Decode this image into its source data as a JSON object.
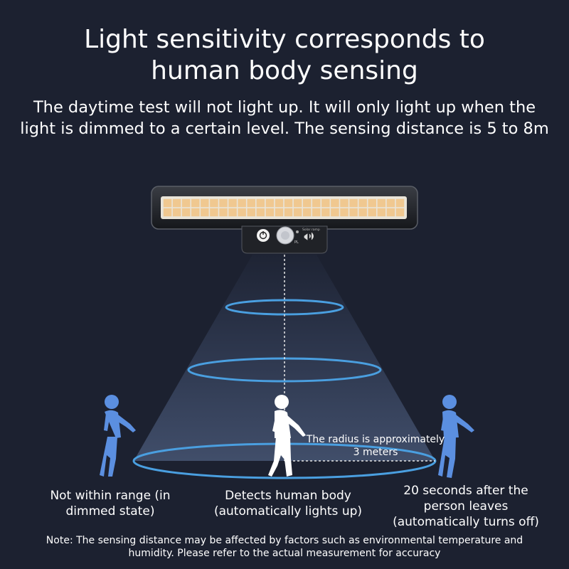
{
  "title": {
    "line1": "Light sensitivity corresponds to",
    "line2": "human body sensing"
  },
  "subtitle": {
    "line1": "The daytime test will not light up. It will only light up when the",
    "line2": "light is dimmed to a certain level. The sensing distance is 5 to 8m"
  },
  "lamp": {
    "led_rows": 2,
    "led_cols": 26,
    "led_color": "#f0c890",
    "panel_label": "Solar ramp",
    "button_label": "PL"
  },
  "radius": {
    "line1": "The radius is approximately",
    "line2": "3 meters"
  },
  "labels": {
    "left_line1": "Not within range (in",
    "left_line2": "dimmed state)",
    "center_line1": "Detects human body",
    "center_line2": "(automatically lights up)",
    "right_line1": "20 seconds after the",
    "right_line2": "person leaves",
    "right_line3": "(automatically turns off)"
  },
  "note": {
    "line1": "Note: The sensing distance may be affected by factors such as environmental temperature and",
    "line2": "humidity. Please refer to the actual measurement for accuracy"
  },
  "colors": {
    "background": "#1c2130",
    "ring": "#4a9fe0",
    "figure_blue": "#5b8fe0",
    "figure_white": "#ffffff"
  }
}
